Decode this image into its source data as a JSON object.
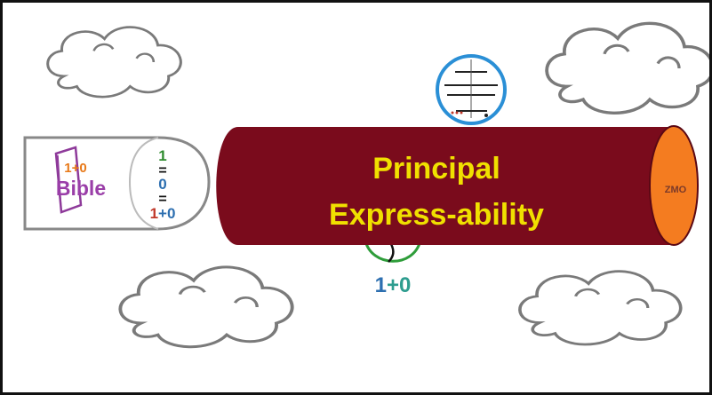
{
  "tube": {
    "line1": "Principal",
    "line2": "Express-ability",
    "end_label": "ZMO",
    "colors": {
      "body": "#7a0b1c",
      "text": "#f0e000",
      "end": "#f47c20"
    }
  },
  "left_panel": {
    "book_formula": "1+0",
    "book_title": "Bible",
    "stack": {
      "top": "1",
      "eq1": "=",
      "middle": "0",
      "eq2": "=",
      "bottom": "1+0"
    },
    "colors": {
      "formula": "#e87a1a",
      "title": "#9a3ea8",
      "top": "#2e8b2e",
      "middle": "#2d6fb0",
      "bottom_1": "#c0392b",
      "bottom_plus0": "#2d6fb0"
    }
  },
  "bottom_label": {
    "one": "1",
    "plus_zero": "+0",
    "colors": {
      "one": "#2d6fb0",
      "plus_zero": "#2e9d8f"
    }
  },
  "icons": [
    "cloud-icon",
    "gauge-icon",
    "book-icon",
    "tube-icon"
  ]
}
